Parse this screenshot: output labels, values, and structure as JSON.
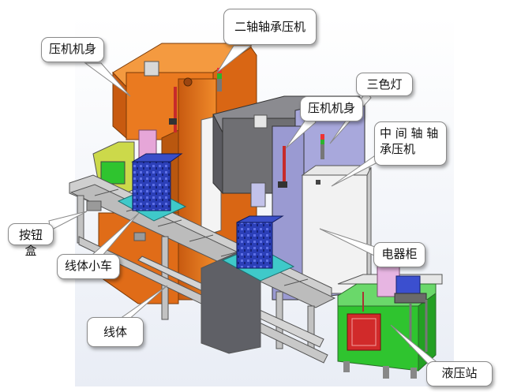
{
  "labels": {
    "press_body_left": "压机机身",
    "two_shaft_press": "二轴轴承压机",
    "tri_color_lamp": "三色灯",
    "press_body_right": "压机机身",
    "middle_shaft_press": "中 间 轴 轴\n承压机",
    "button_box": "按钮盒",
    "line_trolley": "线体小车",
    "electrical_cabinet": "电器柜",
    "line_body": "线体",
    "hydraulic_station": "液压站"
  },
  "colors": {
    "orange_press": "#e8731a",
    "gray_press": "#6f6f73",
    "lavender_press": "#9a9ad2",
    "hydraulic_green": "#2fc42f",
    "door_red": "#d12a2a",
    "part_blue": "#2b3fb8",
    "pallet_cyan": "#3fc9c9",
    "frame_gray": "#b8b8b8"
  }
}
